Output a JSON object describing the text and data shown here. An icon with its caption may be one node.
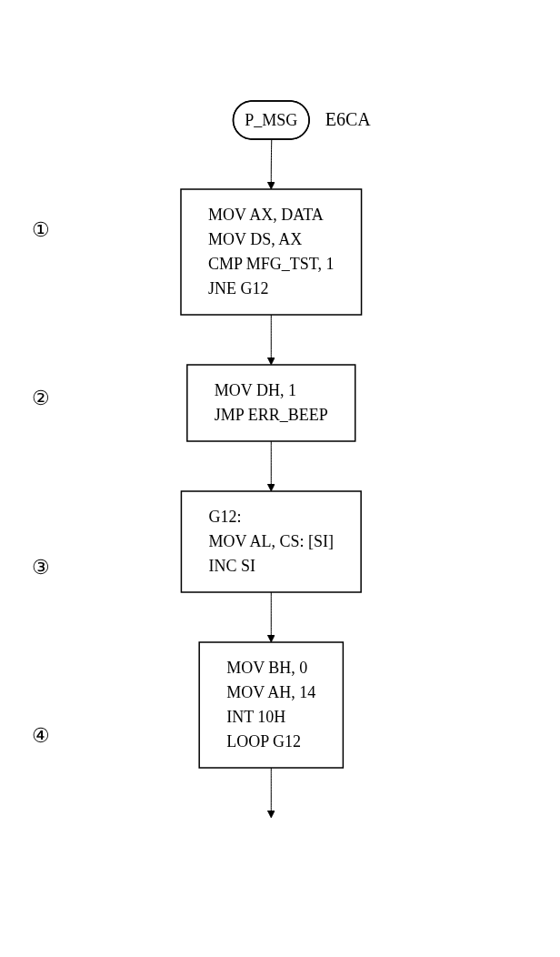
{
  "diagram": {
    "nodes": [
      {
        "text": [
          "P_MSG"
        ],
        "beside": [
          "E6CA"
        ]
      },
      {
        "text": [
          "MOV AX, DATA",
          "MOV DS, AX",
          "CMP MFG_TST, 1",
          "JNE G12"
        ]
      },
      {
        "text": [
          "MOV DH, 1",
          "JMP ERR_BEEP"
        ]
      },
      {
        "text": [
          "G12:",
          "MOV AL, CS: [SI]",
          "INC SI"
        ]
      },
      {
        "text": [
          "MOV BH, 0",
          "MOV AH, 14",
          "INT 10H",
          "LOOP G12"
        ]
      }
    ],
    "edges": [
      {
        "from": 0,
        "to": 1,
        "arrow": "to"
      },
      {
        "from": 1,
        "to": 2,
        "arrow": "to"
      },
      {
        "from": 2,
        "to": 3,
        "arrow": "to"
      },
      {
        "from": 3,
        "to": 4,
        "arrow": "to"
      },
      {
        "from": 4,
        "to": null,
        "arrow": "to"
      }
    ],
    "labels": [
      "①",
      "②",
      "③",
      "④"
    ]
  }
}
